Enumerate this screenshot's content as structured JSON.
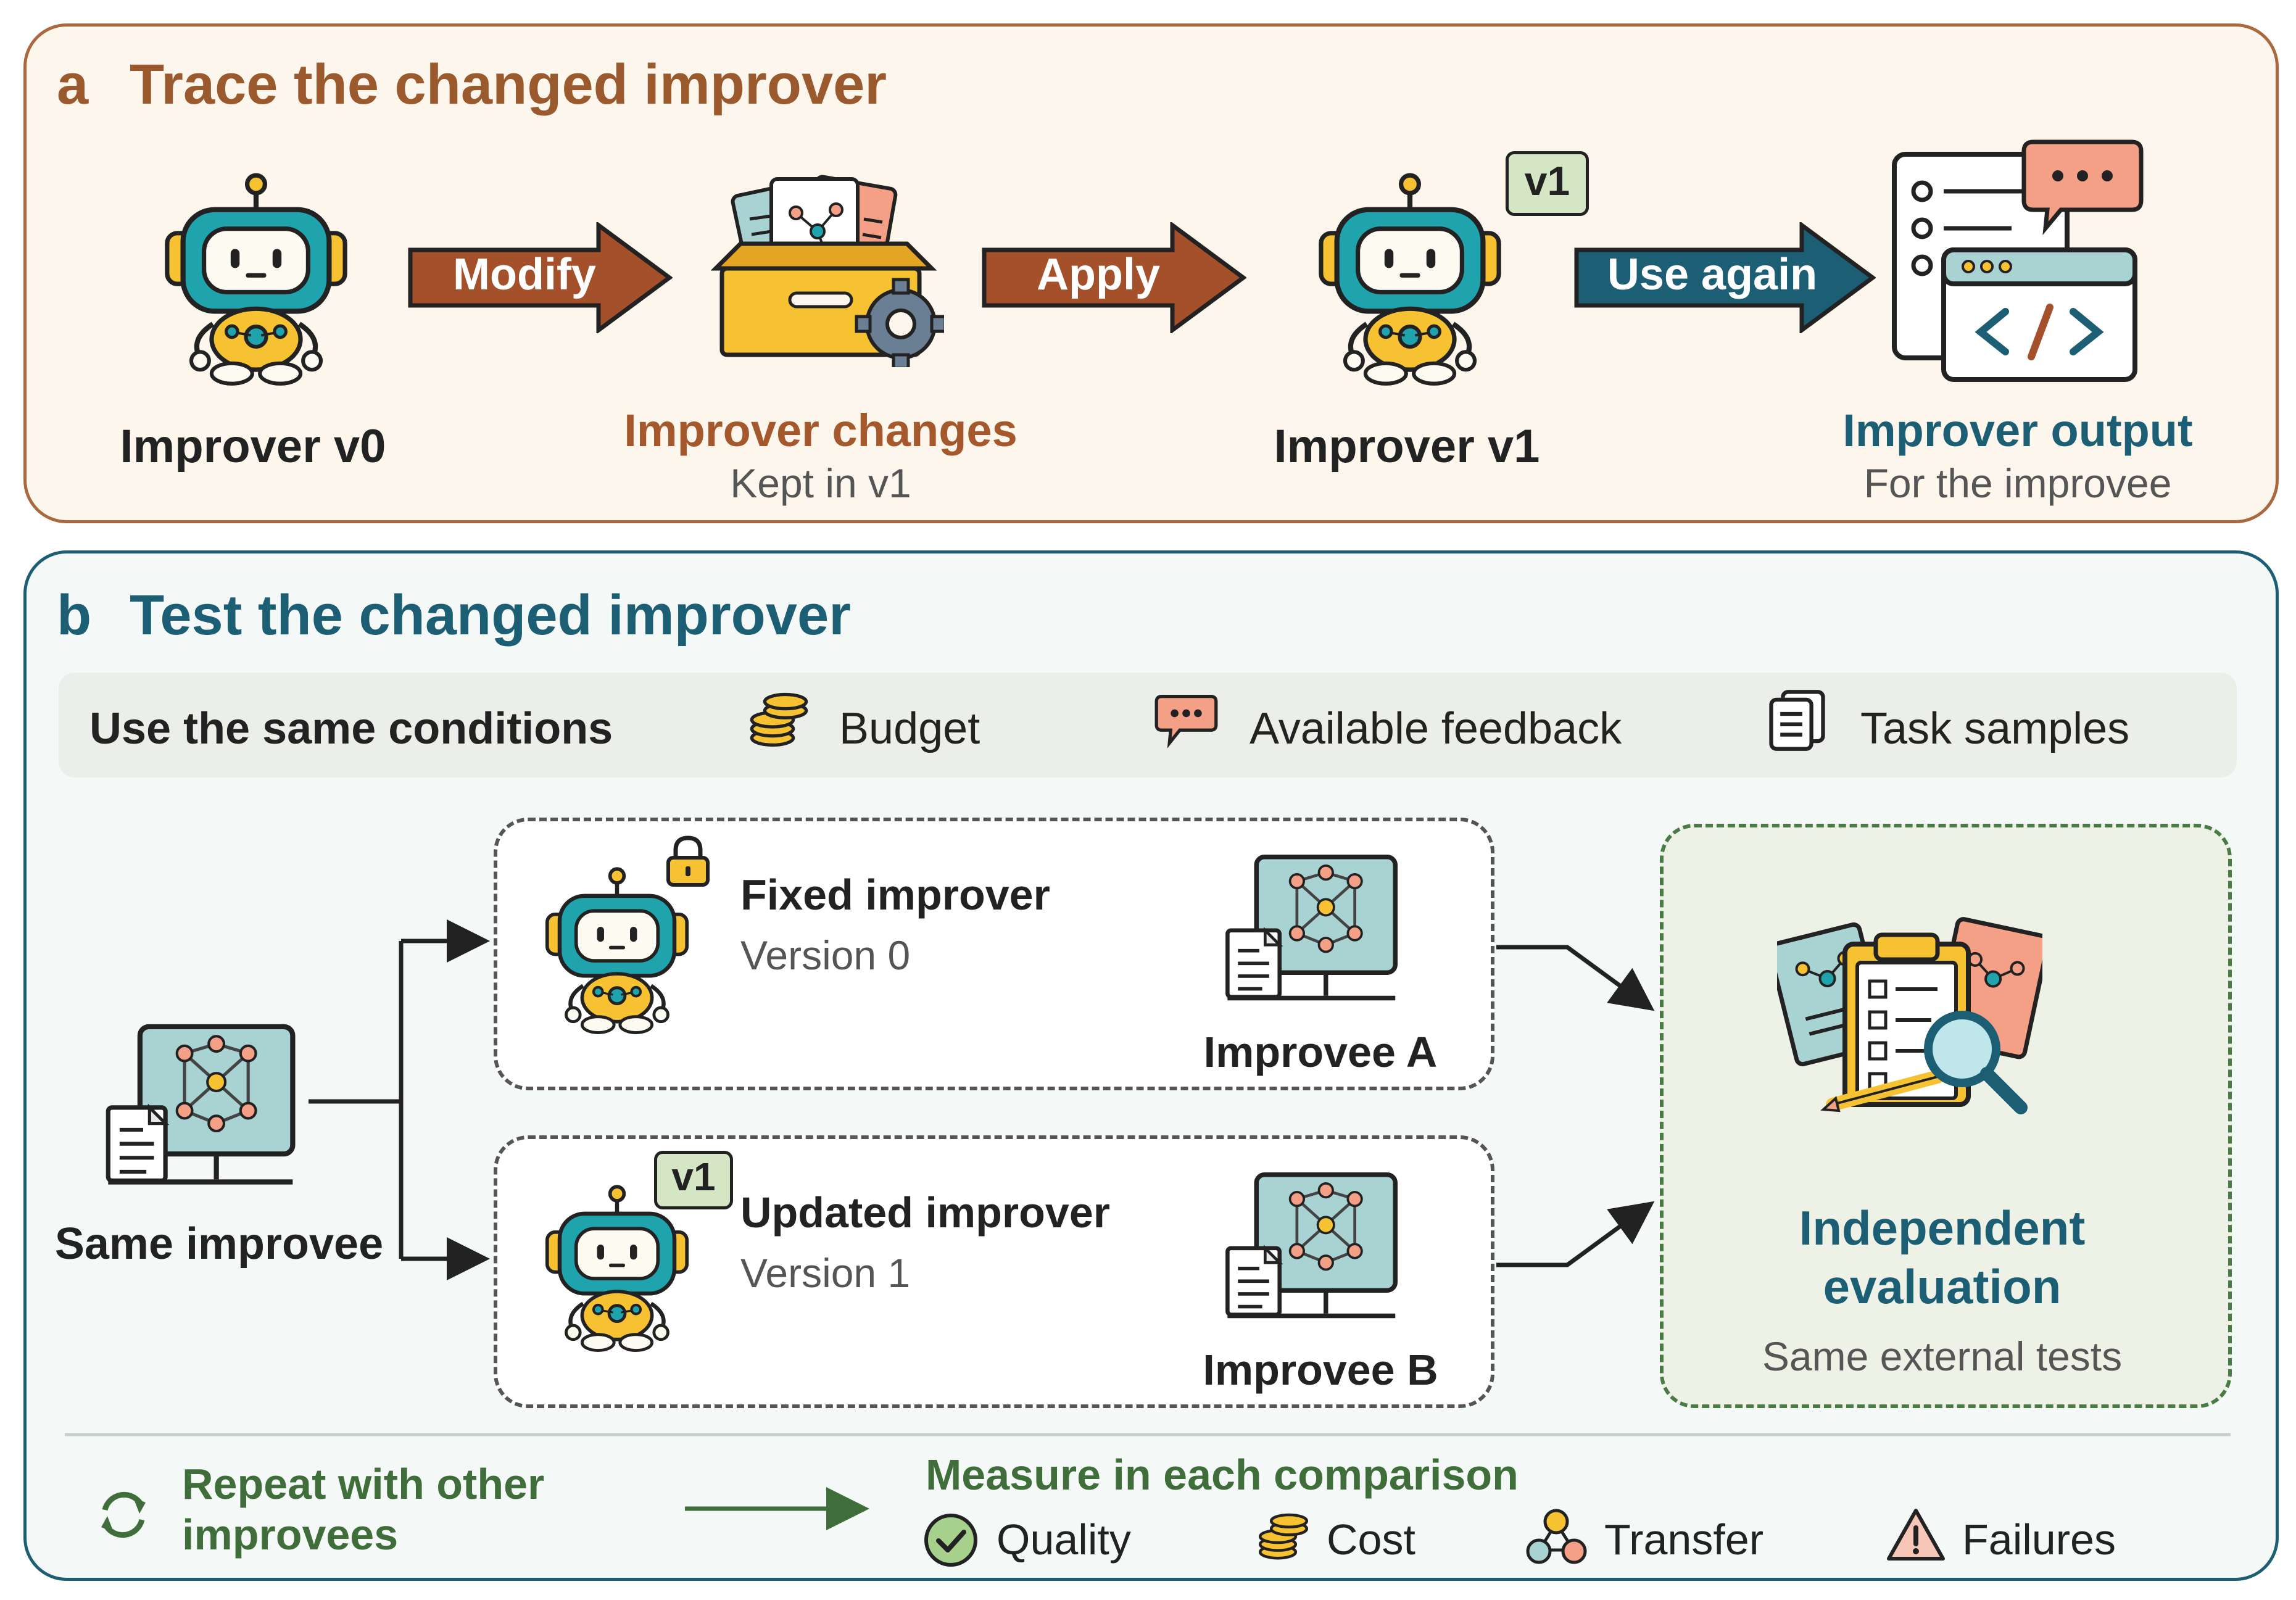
{
  "panel_a": {
    "letter": "a",
    "title": "Trace the changed improver",
    "improver_v0": "Improver v0",
    "modify": "Modify",
    "changes_title": "Improver changes",
    "changes_sub": "Kept in v1",
    "apply": "Apply",
    "v1_badge": "v1",
    "improver_v1": "Improver v1",
    "use_again": "Use again",
    "output_title": "Improver output",
    "output_sub": "For the improvee"
  },
  "panel_b": {
    "letter": "b",
    "title": "Test the changed improver",
    "conditions_label": "Use the same conditions",
    "budget": "Budget",
    "feedback": "Available feedback",
    "samples": "Task samples",
    "same_improvee": "Same improvee",
    "fixed_title": "Fixed improver",
    "fixed_version": "Version 0",
    "improvee_a": "Improvee A",
    "updated_badge": "v1",
    "updated_title": "Updated improver",
    "updated_version": "Version 1",
    "improvee_b": "Improvee B",
    "eval_title_1": "Independent",
    "eval_title_2": "evaluation",
    "eval_sub": "Same external tests",
    "repeat_1": "Repeat with other",
    "repeat_2": "improvees",
    "measure_title": "Measure in each comparison",
    "quality": "Quality",
    "cost": "Cost",
    "transfer": "Transfer",
    "failures": "Failures"
  },
  "colors": {
    "brown": "#9a5a2e",
    "teal": "#1c5f75",
    "green": "#3f6e3b",
    "robot_teal": "#1fa4ad",
    "robot_yellow": "#f6c231"
  }
}
